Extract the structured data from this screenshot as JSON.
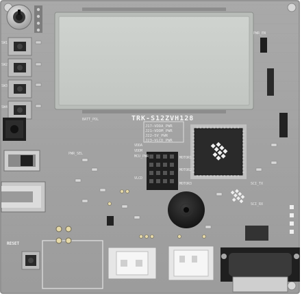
{
  "board": {
    "name": "TRK-S12ZVH128",
    "colors": {
      "pcb": "#a4a4a4",
      "pcb_dark": "#8f8f8f",
      "lcd": "#c9cdc9",
      "mcu": "#2b2b2b",
      "header": "#2a2a2a",
      "silk": "#f2f2f2"
    }
  },
  "labels": {
    "power_select": [
      "J17–VDDA_PWR",
      "J21–VDDM_PWR",
      "J22–5V_PWR",
      "J23–VLCD_PWR"
    ],
    "header_labels": [
      "VDDA",
      "VDDM",
      "MCU_PWR",
      "VLCD"
    ],
    "motor_labels": [
      "MOTOR1",
      "MOTOR2",
      "MOTOR3"
    ],
    "switches": [
      "SW1",
      "SW2",
      "SW3",
      "SW4"
    ],
    "reset": "RESET",
    "connectors": [
      "PWR_EN",
      "SCI_TX",
      "SCI_RX",
      "BATT_POL",
      "PWR_SEL"
    ]
  }
}
